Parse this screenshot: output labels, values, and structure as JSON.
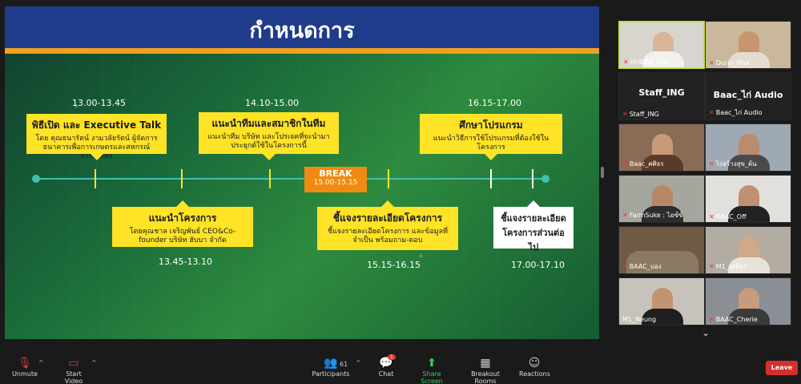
{
  "slide": {
    "title": "กำหนดการ",
    "times_top": [
      "13.00-13.45",
      "14.10-15.00",
      "16.15-17.00"
    ],
    "times_bottom": [
      "13.45-13.10",
      "15.15-16.15",
      "17.00-17.10"
    ],
    "boxes": [
      {
        "title": "พิธีเปิด และ Executive Talk",
        "desc": "โดย คุณธนารัตน์ งามวลัยรัตน์ ผู้จัดการ ธนาคารเพื่อการเกษตรและสหกรณ์การเกษตร"
      },
      {
        "title": "แนะนำทีมและสมาชิกในทีม",
        "desc": "แนะนำทีม บริษัท และโปรเจคที่จะนำมาประยุกต์ใช้ในโครงการนี้"
      },
      {
        "title": "ศึกษาโปรแกรม",
        "desc": "แนะนำวิธีการใช้โปรแกรมที่ต้องใช้ในโครงการ"
      },
      {
        "title": "แนะนำโครงการ",
        "desc": "โดยคุณชาล เจริญพันธ์ CEO&Co-founder บริษัท ฮับบา จำกัด"
      },
      {
        "title": "ชี้แจงรายละเอียดโครงการ",
        "desc": "ชี้แจงรายละเอียดโครงการ และข้อมูลที่จำเป็น พร้อมถาม-ตอบ"
      },
      {
        "title": "ชี้แจงรายละเอียด โครงการส่วนต่อไป",
        "desc": ""
      }
    ],
    "break": {
      "label": "BREAK",
      "time": "15.00-15.15"
    }
  },
  "participants": [
    {
      "name": "HUBBA_Mai",
      "video": true,
      "muted": true,
      "active": true
    },
    {
      "name": "Durio_Max",
      "video": true,
      "muted": true,
      "active": false
    },
    {
      "name": "Staff_ING",
      "video": false,
      "muted": true,
      "active": false
    },
    {
      "name": "Baac_ไก่ Audio",
      "video": false,
      "muted": true,
      "active": false
    },
    {
      "name": "Baac_ศศิธร",
      "video": true,
      "muted": true,
      "active": false
    },
    {
      "name": "ไร่สร้างสุข_ต้น",
      "video": true,
      "muted": true,
      "active": false
    },
    {
      "name": "FarmSuke : ไอซ์ซ์",
      "video": true,
      "muted": true,
      "active": false
    },
    {
      "name": "BAAC_Off",
      "video": true,
      "muted": true,
      "active": false
    },
    {
      "name": "BAAC_บอง",
      "video": true,
      "muted": true,
      "active": false
    },
    {
      "name": "M1_เหมียว",
      "video": true,
      "muted": true,
      "active": false
    },
    {
      "name": "M1_Neung",
      "video": true,
      "muted": false,
      "active": false
    },
    {
      "name": "BAAC_Cherie",
      "video": true,
      "muted": true,
      "active": false
    }
  ],
  "toolbar": {
    "unmute": "Unmute",
    "start_video": "Start Video",
    "participants": "Participants",
    "participants_count": "61",
    "chat": "Chat",
    "chat_badge": "1",
    "share_screen": "Share Screen",
    "breakout_rooms": "Breakout Rooms",
    "reactions": "Reactions",
    "leave": "Leave"
  },
  "colors": {
    "accent": "#2fd35a",
    "leave": "#d32f2f",
    "slide_header": "#1f3c8a",
    "highlight": "#ffe326"
  },
  "icons": {
    "unmute": "mic-off-icon",
    "start_video": "video-off-icon",
    "participants": "people-icon",
    "chat": "chat-icon",
    "share_screen": "share-screen-icon",
    "breakout_rooms": "breakout-rooms-icon",
    "reactions": "emoji-icon"
  }
}
